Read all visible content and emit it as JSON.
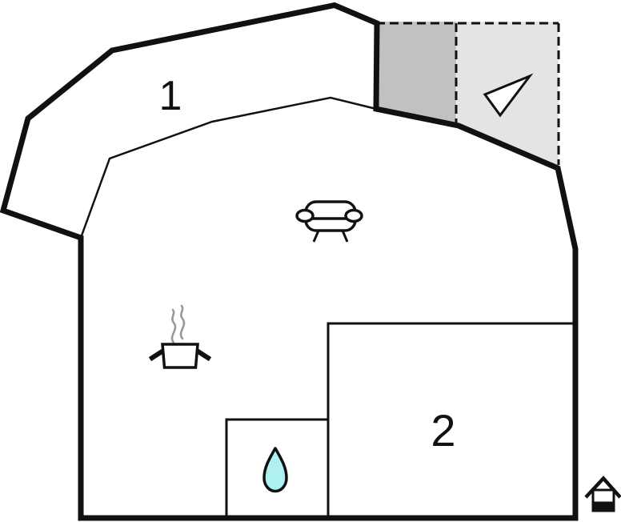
{
  "plan": {
    "title": "floor-plan",
    "rooms": [
      {
        "id": "room-1",
        "label": "1"
      },
      {
        "id": "room-2",
        "label": "2"
      }
    ],
    "icons": {
      "sofa": "sofa-icon",
      "cooking_pot": "cooking-pot-icon",
      "steam": "steam-icon",
      "water_drop": "water-drop-icon",
      "direction_arrow": "direction-arrow-icon",
      "house": "house-icon"
    }
  },
  "colors": {
    "wall": "#111111",
    "covered_terrace": "#c1c1c1",
    "open_terrace": "#e4e4e4",
    "water": "#aff0f2",
    "steam": "#999999",
    "background": "#ffffff"
  }
}
